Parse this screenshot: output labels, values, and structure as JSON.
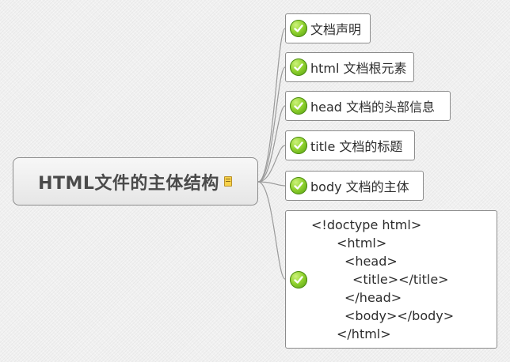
{
  "root": {
    "title": "HTML文件的主体结构",
    "icon": "note-icon"
  },
  "nodes": [
    {
      "label": "文档声明"
    },
    {
      "label": "html 文档根元素"
    },
    {
      "label": "head 文档的头部信息"
    },
    {
      "label": "title 文档的标题"
    },
    {
      "label": "body 文档的主体"
    }
  ],
  "code_node": {
    "lines": [
      "<!doctype html>",
      "<html>",
      "<head>",
      "<title></title>",
      "</head>",
      "<body></body>",
      "</html>"
    ]
  },
  "colors": {
    "check": "#8fd12d",
    "connector": "#9a9a9a",
    "border": "#8c8c8c"
  }
}
